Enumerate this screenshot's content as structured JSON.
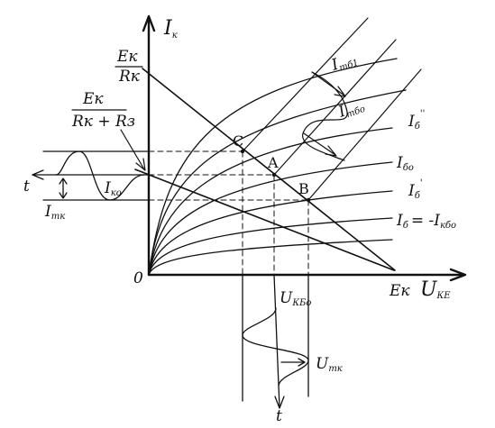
{
  "axes": {
    "y_label": {
      "main": "I",
      "sub": "к"
    },
    "x_label": {
      "main": "U",
      "sub": "КЕ"
    },
    "origin": "0",
    "time_label": "t"
  },
  "labels": {
    "ek_rk": {
      "num": "Eк",
      "den": "Rк"
    },
    "ek_rk_rz": {
      "num": "Eк",
      "den": "Rк + Rз"
    },
    "ek_x": "Eк",
    "ik0": {
      "main": "I",
      "sub": "ко"
    },
    "imk": {
      "main": "I",
      "sub": "mк"
    },
    "imb1": {
      "main": "I",
      "sub": "mб1"
    },
    "imb0": {
      "main": "I",
      "sub": "mбо"
    },
    "ukb0": {
      "main": "U",
      "sub": "КБо"
    },
    "umk": {
      "main": "U",
      "sub": "mк"
    }
  },
  "points": [
    "C",
    "A",
    "B"
  ],
  "curves": [
    {
      "main": "I",
      "sub": "б",
      "prime": "''"
    },
    {
      "main": "I",
      "sub": "бо",
      "prime": ""
    },
    {
      "main": "I",
      "sub": "б",
      "prime": "'"
    },
    {
      "main": "I",
      "sub": "б",
      "prime": "",
      "rhs": "= -I",
      "rhs_sub": "кбо"
    }
  ]
}
